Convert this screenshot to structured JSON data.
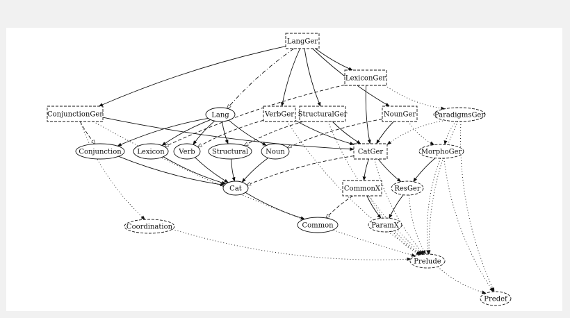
{
  "diagram": {
    "nodes": [
      {
        "id": "LangGer",
        "label": "LangGer",
        "shape": "box",
        "style": "dashed"
      },
      {
        "id": "LexiconGer",
        "label": "LexiconGer",
        "shape": "box",
        "style": "dashed"
      },
      {
        "id": "ConjunctionGer",
        "label": "ConjunctionGer",
        "shape": "box",
        "style": "dashed"
      },
      {
        "id": "Lang",
        "label": "Lang",
        "shape": "ellipse",
        "style": "solid"
      },
      {
        "id": "VerbGer",
        "label": "VerbGer",
        "shape": "box",
        "style": "dashed"
      },
      {
        "id": "StructuralGer",
        "label": "StructuralGer",
        "shape": "box",
        "style": "dashed"
      },
      {
        "id": "NounGer",
        "label": "NounGer",
        "shape": "box",
        "style": "dashed"
      },
      {
        "id": "ParadigmsGer",
        "label": "ParadigmsGer",
        "shape": "ellipse",
        "style": "dashed"
      },
      {
        "id": "Conjunction",
        "label": "Conjunction",
        "shape": "ellipse",
        "style": "solid"
      },
      {
        "id": "Lexicon",
        "label": "Lexicon",
        "shape": "ellipse",
        "style": "solid"
      },
      {
        "id": "Verb",
        "label": "Verb",
        "shape": "ellipse",
        "style": "solid"
      },
      {
        "id": "Structural",
        "label": "Structural",
        "shape": "ellipse",
        "style": "solid"
      },
      {
        "id": "Noun",
        "label": "Noun",
        "shape": "ellipse",
        "style": "solid"
      },
      {
        "id": "CatGer",
        "label": "CatGer",
        "shape": "box",
        "style": "dashed"
      },
      {
        "id": "MorphoGer",
        "label": "MorphoGer",
        "shape": "ellipse",
        "style": "dashed"
      },
      {
        "id": "Cat",
        "label": "Cat",
        "shape": "ellipse",
        "style": "solid"
      },
      {
        "id": "CommonX",
        "label": "CommonX",
        "shape": "box",
        "style": "dashed"
      },
      {
        "id": "ResGer",
        "label": "ResGer",
        "shape": "ellipse",
        "style": "dashed"
      },
      {
        "id": "Coordination",
        "label": "Coordination",
        "shape": "ellipse",
        "style": "dashed"
      },
      {
        "id": "Common",
        "label": "Common",
        "shape": "ellipse",
        "style": "solid"
      },
      {
        "id": "ParamX",
        "label": "ParamX",
        "shape": "ellipse",
        "style": "dashed"
      },
      {
        "id": "Prelude",
        "label": "Prelude",
        "shape": "ellipse",
        "style": "dashed"
      },
      {
        "id": "Predef",
        "label": "Predef",
        "shape": "ellipse",
        "style": "dashed"
      }
    ],
    "edges": [
      {
        "from": "LangGer",
        "to": "ConjunctionGer",
        "style": "solid"
      },
      {
        "from": "LangGer",
        "to": "LexiconGer",
        "style": "solid"
      },
      {
        "from": "LangGer",
        "to": "VerbGer",
        "style": "solid"
      },
      {
        "from": "LangGer",
        "to": "StructuralGer",
        "style": "solid"
      },
      {
        "from": "LangGer",
        "to": "NounGer",
        "style": "solid"
      },
      {
        "from": "LangGer",
        "to": "Lang",
        "style": "dashdot",
        "head": "open"
      },
      {
        "from": "ConjunctionGer",
        "to": "CatGer",
        "style": "solid"
      },
      {
        "from": "ConjunctionGer",
        "to": "Conjunction",
        "style": "dashed",
        "head": "open"
      },
      {
        "from": "LexiconGer",
        "to": "CatGer",
        "style": "solid"
      },
      {
        "from": "LexiconGer",
        "to": "Lexicon",
        "style": "dashed",
        "head": "open"
      },
      {
        "from": "LexiconGer",
        "to": "ParadigmsGer",
        "style": "dotted"
      },
      {
        "from": "VerbGer",
        "to": "CatGer",
        "style": "solid"
      },
      {
        "from": "VerbGer",
        "to": "Verb",
        "style": "dashed",
        "head": "open"
      },
      {
        "from": "StructuralGer",
        "to": "CatGer",
        "style": "solid"
      },
      {
        "from": "StructuralGer",
        "to": "Structural",
        "style": "dashed",
        "head": "open"
      },
      {
        "from": "NounGer",
        "to": "CatGer",
        "style": "solid"
      },
      {
        "from": "NounGer",
        "to": "MorphoGer",
        "style": "dotted"
      },
      {
        "from": "NounGer",
        "to": "Noun",
        "style": "dashed",
        "head": "open"
      },
      {
        "from": "ParadigmsGer",
        "to": "MorphoGer",
        "style": "dotted"
      },
      {
        "from": "ParadigmsGer",
        "to": "CatGer",
        "style": "dotted"
      },
      {
        "from": "ParadigmsGer",
        "to": "Predef",
        "style": "dotted"
      },
      {
        "from": "ParadigmsGer",
        "to": "Prelude",
        "style": "dotted"
      },
      {
        "from": "Lang",
        "to": "Conjunction",
        "style": "solid"
      },
      {
        "from": "Lang",
        "to": "Lexicon",
        "style": "solid"
      },
      {
        "from": "Lang",
        "to": "Verb",
        "style": "solid"
      },
      {
        "from": "Lang",
        "to": "Structural",
        "style": "solid"
      },
      {
        "from": "Lang",
        "to": "Noun",
        "style": "solid"
      },
      {
        "from": "Conjunction",
        "to": "Cat",
        "style": "solid"
      },
      {
        "from": "Lexicon",
        "to": "Cat",
        "style": "solid"
      },
      {
        "from": "Verb",
        "to": "Cat",
        "style": "solid"
      },
      {
        "from": "Structural",
        "to": "Cat",
        "style": "solid"
      },
      {
        "from": "Noun",
        "to": "Cat",
        "style": "solid"
      },
      {
        "from": "CatGer",
        "to": "Cat",
        "style": "dashed",
        "head": "open"
      },
      {
        "from": "CatGer",
        "to": "CommonX",
        "style": "solid"
      },
      {
        "from": "CatGer",
        "to": "ResGer",
        "style": "solid"
      },
      {
        "from": "CatGer",
        "to": "Prelude",
        "style": "dotted"
      },
      {
        "from": "MorphoGer",
        "to": "ResGer",
        "style": "solid"
      },
      {
        "from": "MorphoGer",
        "to": "Prelude",
        "style": "dotted"
      },
      {
        "from": "MorphoGer",
        "to": "Predef",
        "style": "dotted"
      },
      {
        "from": "Cat",
        "to": "Common",
        "style": "solid"
      },
      {
        "from": "CommonX",
        "to": "Common",
        "style": "dashed",
        "head": "open"
      },
      {
        "from": "CommonX",
        "to": "ParamX",
        "style": "solid"
      },
      {
        "from": "CommonX",
        "to": "Prelude",
        "style": "dotted"
      },
      {
        "from": "ResGer",
        "to": "ParamX",
        "style": "solid"
      },
      {
        "from": "ResGer",
        "to": "Prelude",
        "style": "dotted"
      },
      {
        "from": "ParamX",
        "to": "Prelude",
        "style": "dotted"
      },
      {
        "from": "ConjunctionGer",
        "to": "Coordination",
        "style": "dotted"
      },
      {
        "from": "ConjunctionGer",
        "to": "Prelude",
        "style": "dotted"
      },
      {
        "from": "Coordination",
        "to": "Prelude",
        "style": "dotted"
      },
      {
        "from": "Prelude",
        "to": "Predef",
        "style": "dotted"
      },
      {
        "from": "StructuralGer",
        "to": "Prelude",
        "style": "dotted"
      },
      {
        "from": "VerbGer",
        "to": "Prelude",
        "style": "dotted"
      }
    ]
  },
  "colors": {
    "page_background": "#f1f1f1",
    "canvas": "#ffffff",
    "ink": "#111111"
  }
}
